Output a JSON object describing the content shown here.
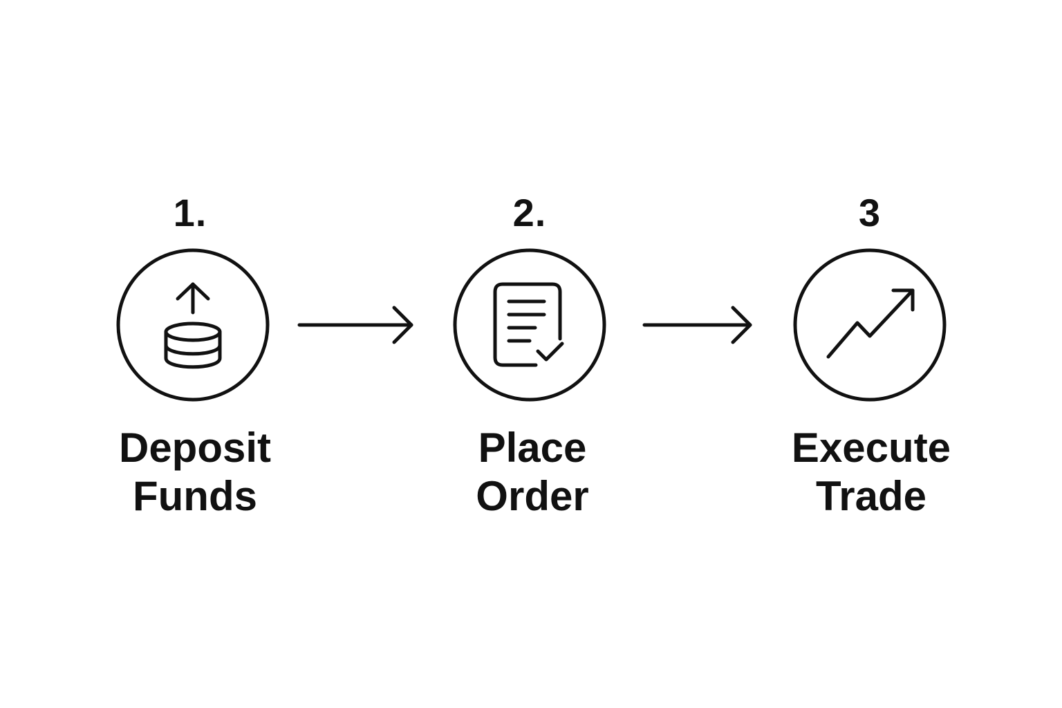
{
  "steps": [
    {
      "number": "1.",
      "label_line1": "Deposit",
      "label_line2": "Funds",
      "icon": "coin-stack-deposit-icon"
    },
    {
      "number": "2.",
      "label_line1": "Place",
      "label_line2": "Order",
      "icon": "order-document-check-icon"
    },
    {
      "number": "3",
      "label_line1": "Execute",
      "label_line2": "Trade",
      "icon": "trend-up-arrow-icon"
    }
  ],
  "connectors": [
    {
      "from": "1.",
      "to": "2.",
      "icon": "arrow-right-icon"
    },
    {
      "from": "2.",
      "to": "3",
      "icon": "arrow-right-icon"
    }
  ],
  "colors": {
    "stroke": "#111111",
    "background": "#ffffff"
  }
}
